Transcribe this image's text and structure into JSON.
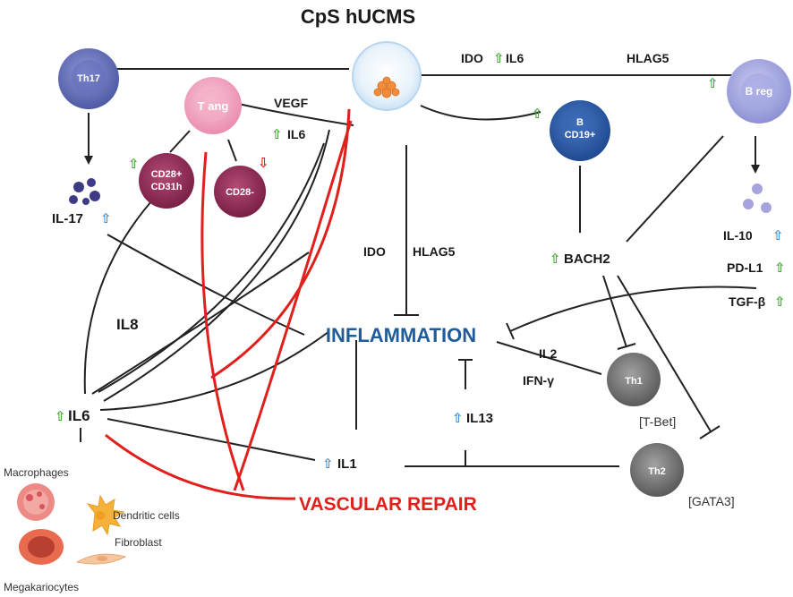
{
  "title": "CpS hUCMS",
  "center": {
    "inflammation": "INFLAMMATION",
    "vascular_repair": "VASCULAR REPAIR"
  },
  "cells": {
    "th17": "Th17",
    "t_ang": "T ang",
    "cd28_cd31_l1": "CD28+",
    "cd28_cd31_l2": "CD31h",
    "cd28_minus": "CD28-",
    "b_cd19_l1": "B",
    "b_cd19_l2": "CD19+",
    "b_reg": "B reg",
    "th1": "Th1",
    "th2": "Th2"
  },
  "labels": {
    "ido_top": "IDO",
    "il6_top": "IL6",
    "hlag5_top": "HLAG5",
    "vegf": "VEGF",
    "il6_mid": "IL6",
    "il17": "IL-17",
    "ido_mid": "IDO",
    "hlag5_mid": "HLAG5",
    "bach2": "BACH2",
    "il10": "IL-10",
    "pdl1": "PD-L1",
    "tgfb": "TGF-β",
    "il8": "IL8",
    "il6_left": "IL6",
    "il2": "IL2",
    "ifng": "IFN-γ",
    "il13": "IL13",
    "il1": "IL1",
    "tbet": "[T-Bet]",
    "gata3": "[GATA3]"
  },
  "bottom_cells": {
    "macrophages": "Macrophages",
    "dendritic": "Dendritic cells",
    "fibroblast": "Fibroblast",
    "megakariocytes": "Megakariocytes"
  },
  "colors": {
    "inflammation": "#1f5c99",
    "vascular_repair": "#e0201c",
    "up_green": "#49a83a",
    "up_blue": "#3f8fd2",
    "down_red": "#e0201c",
    "line": "#222222",
    "red_line": "#e0201c"
  }
}
